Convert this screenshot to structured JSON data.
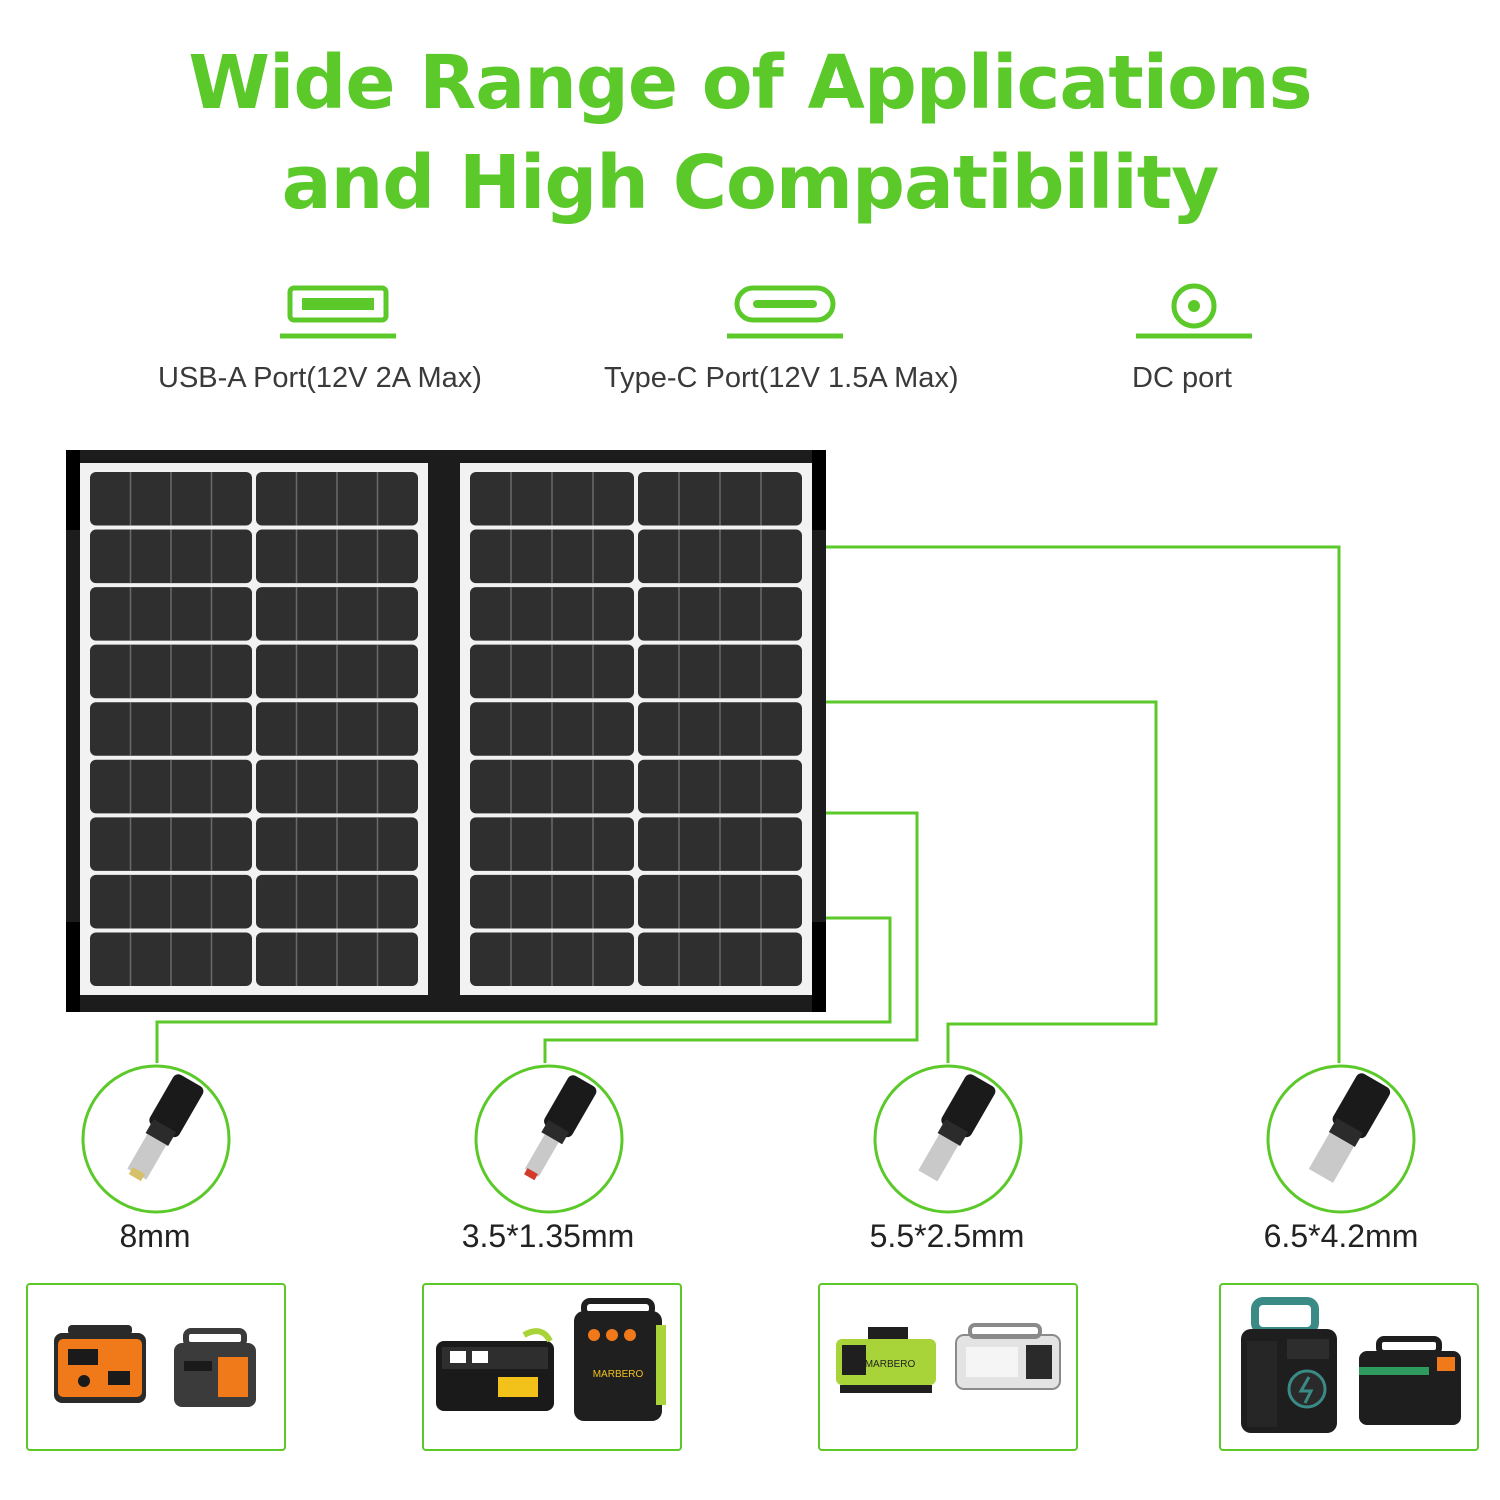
{
  "header": {
    "line1": "Wide Range of Applications",
    "line2": "and High Compatibility"
  },
  "ports": [
    {
      "icon": "usb-a-icon",
      "label": "USB-A Port(12V 2A Max)"
    },
    {
      "icon": "usb-c-icon",
      "label": "Type-C Port(12V 1.5A Max)"
    },
    {
      "icon": "dc-port-icon",
      "label": "DC port"
    }
  ],
  "connectors": [
    {
      "size": "8mm"
    },
    {
      "size": "3.5*1.35mm"
    },
    {
      "size": "5.5*2.5mm"
    },
    {
      "size": "6.5*4.2mm"
    }
  ],
  "device_labels": {
    "box2_right": "MARBERO",
    "box3": "MARBERO"
  },
  "colors": {
    "accent_green": "#5cc92a",
    "panel_black": "#1c1c1c",
    "cell_dark": "#2f2f2f"
  }
}
